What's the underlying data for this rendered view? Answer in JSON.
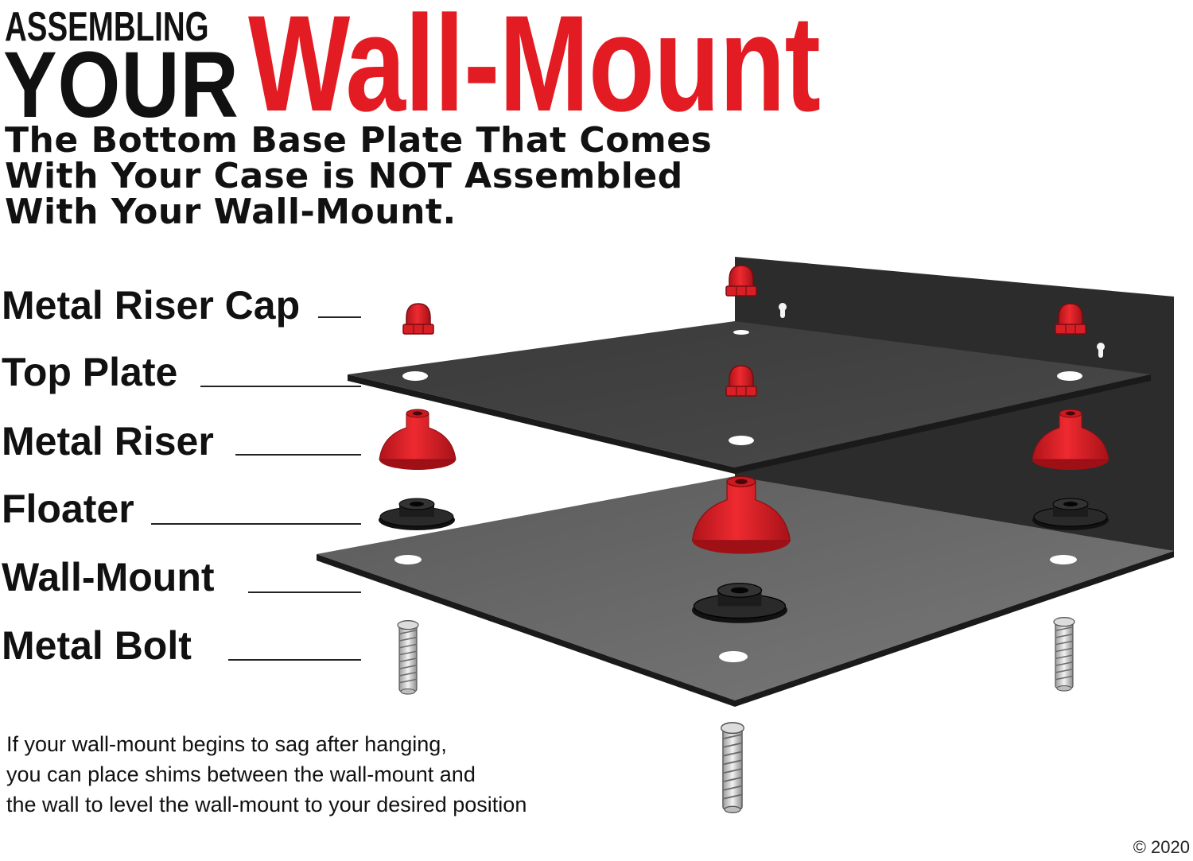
{
  "header": {
    "line1": "ASSEMBLING",
    "line2": "YOUR",
    "title": "Wall-Mount"
  },
  "subtitle": {
    "lines": [
      "The Bottom Base Plate That Comes",
      "With Your Case is NOT Assembled",
      "With Your Wall-Mount."
    ]
  },
  "parts": [
    {
      "label": "Metal Riser Cap"
    },
    {
      "label": "Top Plate"
    },
    {
      "label": "Metal Riser"
    },
    {
      "label": "Floater"
    },
    {
      "label": "Wall-Mount"
    },
    {
      "label": "Metal Bolt"
    }
  ],
  "note": {
    "lines": [
      "If your wall-mount begins to sag after hanging,",
      "you can place shims between the wall-mount and",
      "the wall to level the wall-mount to your desired position"
    ]
  },
  "copyright": "© 2020",
  "colors": {
    "accent_red": "#e31b23",
    "plate_dark": "#333333",
    "plate_mid": "#555555",
    "plate_light": "#6e6e6e",
    "text": "#111111"
  }
}
